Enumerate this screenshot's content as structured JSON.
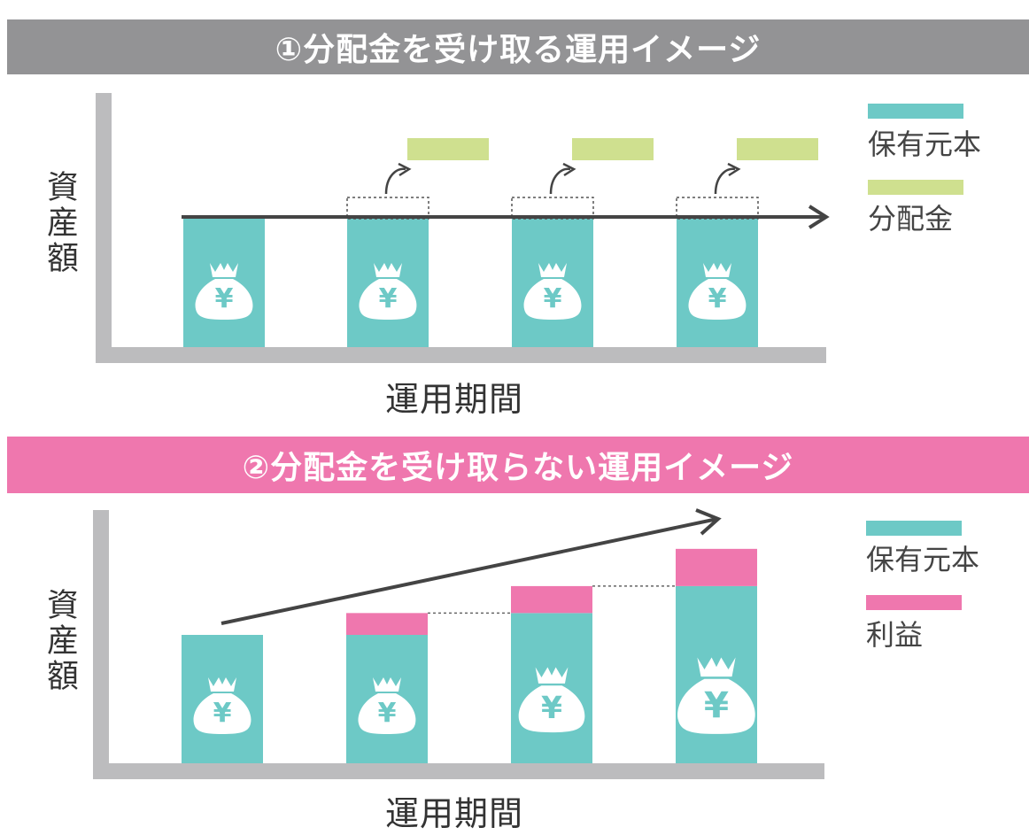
{
  "colors": {
    "principal": "#6dc9c6",
    "distribution": "#cfe08f",
    "profit": "#ef77ae",
    "axis": "#bcbcbe",
    "arrow": "#444444",
    "banner_gray": "#939395",
    "banner_pink": "#ef77ae"
  },
  "panel1": {
    "title": "①分配金を受け取る運用イメージ",
    "ylabel": "資産額",
    "xlabel": "運用期間",
    "legend": [
      {
        "label": "保有元本",
        "color": "#6dc9c6"
      },
      {
        "label": "分配金",
        "color": "#cfe08f"
      }
    ],
    "bars": [
      {
        "principal": 1.0,
        "distribution": 0
      },
      {
        "principal": 1.0,
        "distribution": 1
      },
      {
        "principal": 1.0,
        "distribution": 1
      },
      {
        "principal": 1.0,
        "distribution": 1
      }
    ],
    "icon": "money-bag-yen-icon",
    "yen_symbol": "¥"
  },
  "panel2": {
    "title": "②分配金を受け取らない運用イメージ",
    "ylabel": "資産額",
    "xlabel": "運用期間",
    "legend": [
      {
        "label": "保有元本",
        "color": "#6dc9c6"
      },
      {
        "label": "利益",
        "color": "#ef77ae"
      }
    ],
    "bars": [
      {
        "principal": 1.0,
        "profit": 0
      },
      {
        "principal": 1.0,
        "profit": 0.17
      },
      {
        "principal": 1.17,
        "profit": 0.21
      },
      {
        "principal": 1.38,
        "profit": 0.29
      }
    ],
    "icon": "money-bag-yen-icon",
    "yen_symbol": "¥"
  }
}
